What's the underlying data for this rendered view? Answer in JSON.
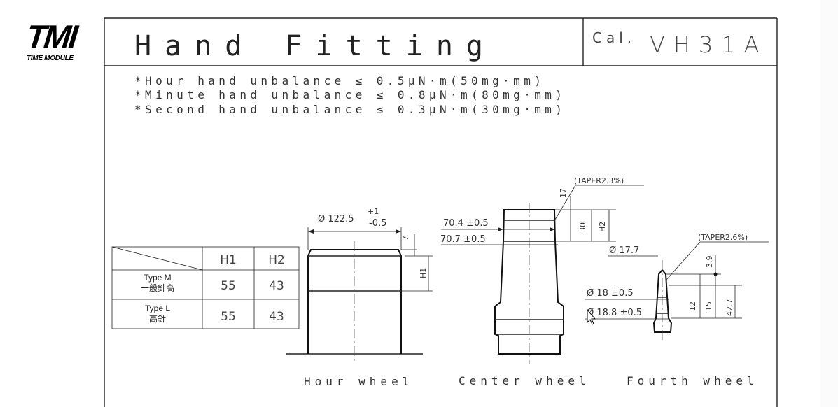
{
  "logo": {
    "mark": "TMI",
    "subtitle": "TIME MODULE"
  },
  "header": {
    "title": "Hand Fitting",
    "cal_label": "Cal.",
    "cal_value": "VH31A"
  },
  "notes": [
    "*Hour hand unbalance ≤ 0.5μN·m(50mg·mm)",
    "*Minute hand unbalance ≤ 0.8μN·m(80mg·mm)",
    "*Second hand unbalance ≤ 0.3μN·m(30mg·mm)"
  ],
  "table": {
    "headers": [
      "H1",
      "H2"
    ],
    "rows": [
      {
        "label_en": "Type M",
        "label_jp": "一般針高",
        "h1": "55",
        "h2": "43"
      },
      {
        "label_en": "Type L",
        "label_jp": "高針",
        "h1": "55",
        "h2": "43"
      }
    ]
  },
  "hour_wheel": {
    "label": "Hour wheel",
    "dia": "Ø 122.5",
    "tol_up": "+1",
    "tol_down": "-0.5",
    "dim_top": "7",
    "dim_h": "H1"
  },
  "center_wheel": {
    "label": "Center wheel",
    "taper": "(TAPER2.3%)",
    "d1": "70.4 ±0.5",
    "d2": "70.7 ±0.5",
    "dim_17": "17",
    "dim_30": "30",
    "dim_h": "H2"
  },
  "fourth_wheel": {
    "label": "Fourth wheel",
    "taper": "(TAPER2.6%)",
    "d_tip": "Ø 17.7",
    "d1": "Ø 18 ±0.5",
    "d2": "Ø 18.8 ±0.5",
    "dim_39": "3.9",
    "dim_12": "12",
    "dim_15": "15",
    "dim_427": "42.7"
  }
}
